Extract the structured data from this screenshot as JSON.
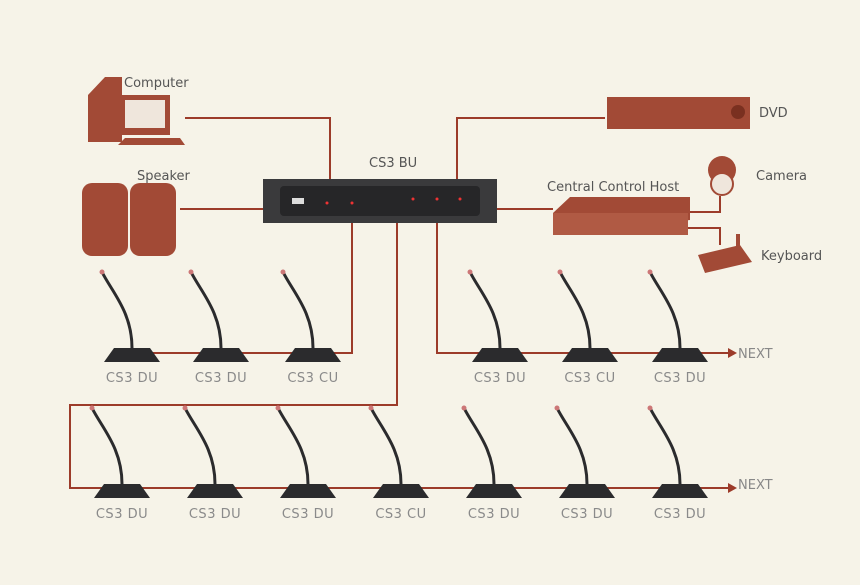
{
  "colors": {
    "line": "#9c3b2a",
    "device": "#a24a36",
    "dark": "#2b2b2d"
  },
  "labels": {
    "computer": "Computer",
    "speaker": "Speaker",
    "bu": "CS3 BU",
    "dvd": "DVD",
    "host": "Central Control Host",
    "camera": "Camera",
    "keyboard": "Keyboard",
    "next1": "NEXT",
    "next2": "NEXT"
  },
  "row1": [
    "CS3 DU",
    "CS3 DU",
    "CS3 CU",
    "CS3 DU",
    "CS3 CU",
    "CS3 DU"
  ],
  "row2": [
    "CS3 DU",
    "CS3 DU",
    "CS3 DU",
    "CS3 CU",
    "CS3 DU",
    "CS3 DU",
    "CS3 DU"
  ]
}
